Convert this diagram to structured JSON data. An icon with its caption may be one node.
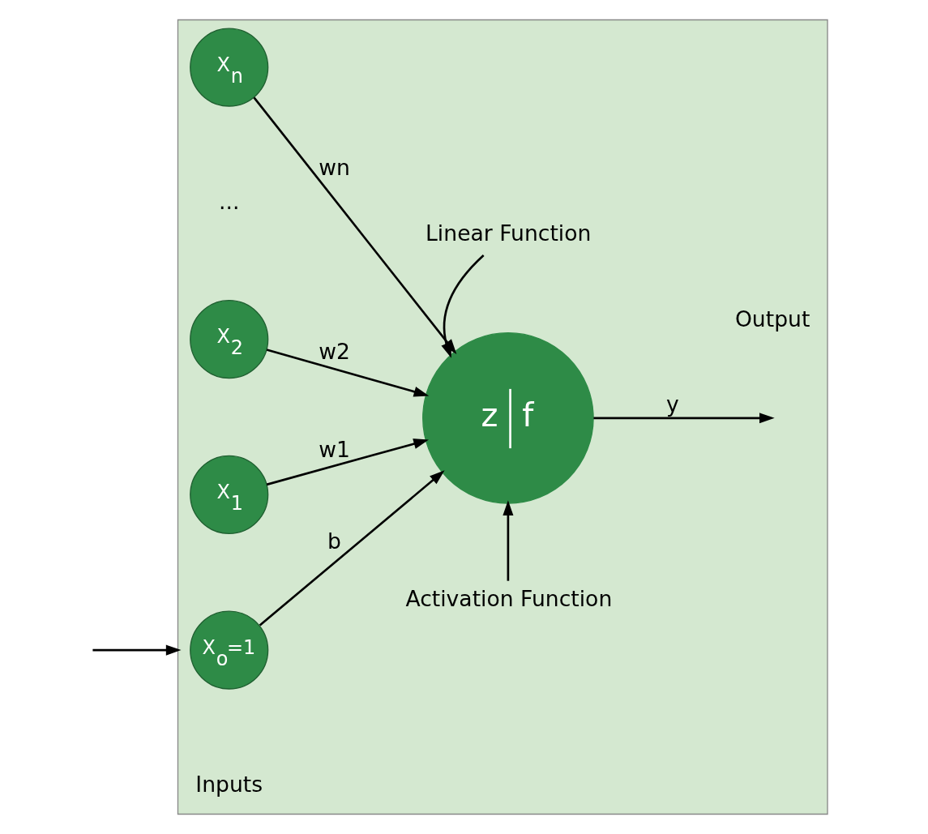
{
  "diagram": {
    "nodes": [
      {
        "text": [],
        "shape": "box"
      },
      {
        "text": [
          "X$_{o}$=1"
        ],
        "in": 0
      },
      {
        "text": [
          "X$_{1}$"
        ],
        "in": 0
      },
      {
        "text": [
          "X$_{2}$"
        ],
        "in": 0
      },
      {
        "text": [
          "X$_{n}$"
        ],
        "in": 0
      },
      {
        "text": [
          "z",
          "f"
        ],
        "in": 0
      },
      {
        "text": [
          "Linear Function"
        ],
        "in": 0
      },
      {
        "text": [
          "Activation Function"
        ],
        "in": 0
      }
    ],
    "edges": [
      {
        "from": null,
        "to": 0,
        "arrow": "to"
      },
      {
        "from": 1,
        "to": 5,
        "arrow": "to",
        "label": "b"
      },
      {
        "from": 2,
        "to": 5,
        "arrow": "to",
        "label": "w1"
      },
      {
        "from": 3,
        "to": 5,
        "arrow": "to",
        "label": "w2"
      },
      {
        "from": 4,
        "to": 5,
        "arrow": "to",
        "label": "wn"
      },
      {
        "from": 6,
        "to": 5,
        "arrow": "to"
      },
      {
        "from": 7,
        "to": 5,
        "arrow": "to"
      },
      {
        "from": 5,
        "to": null,
        "arrow": "to",
        "label": "y"
      }
    ],
    "labels": [
      "Inputs",
      "...",
      "Output"
    ]
  }
}
